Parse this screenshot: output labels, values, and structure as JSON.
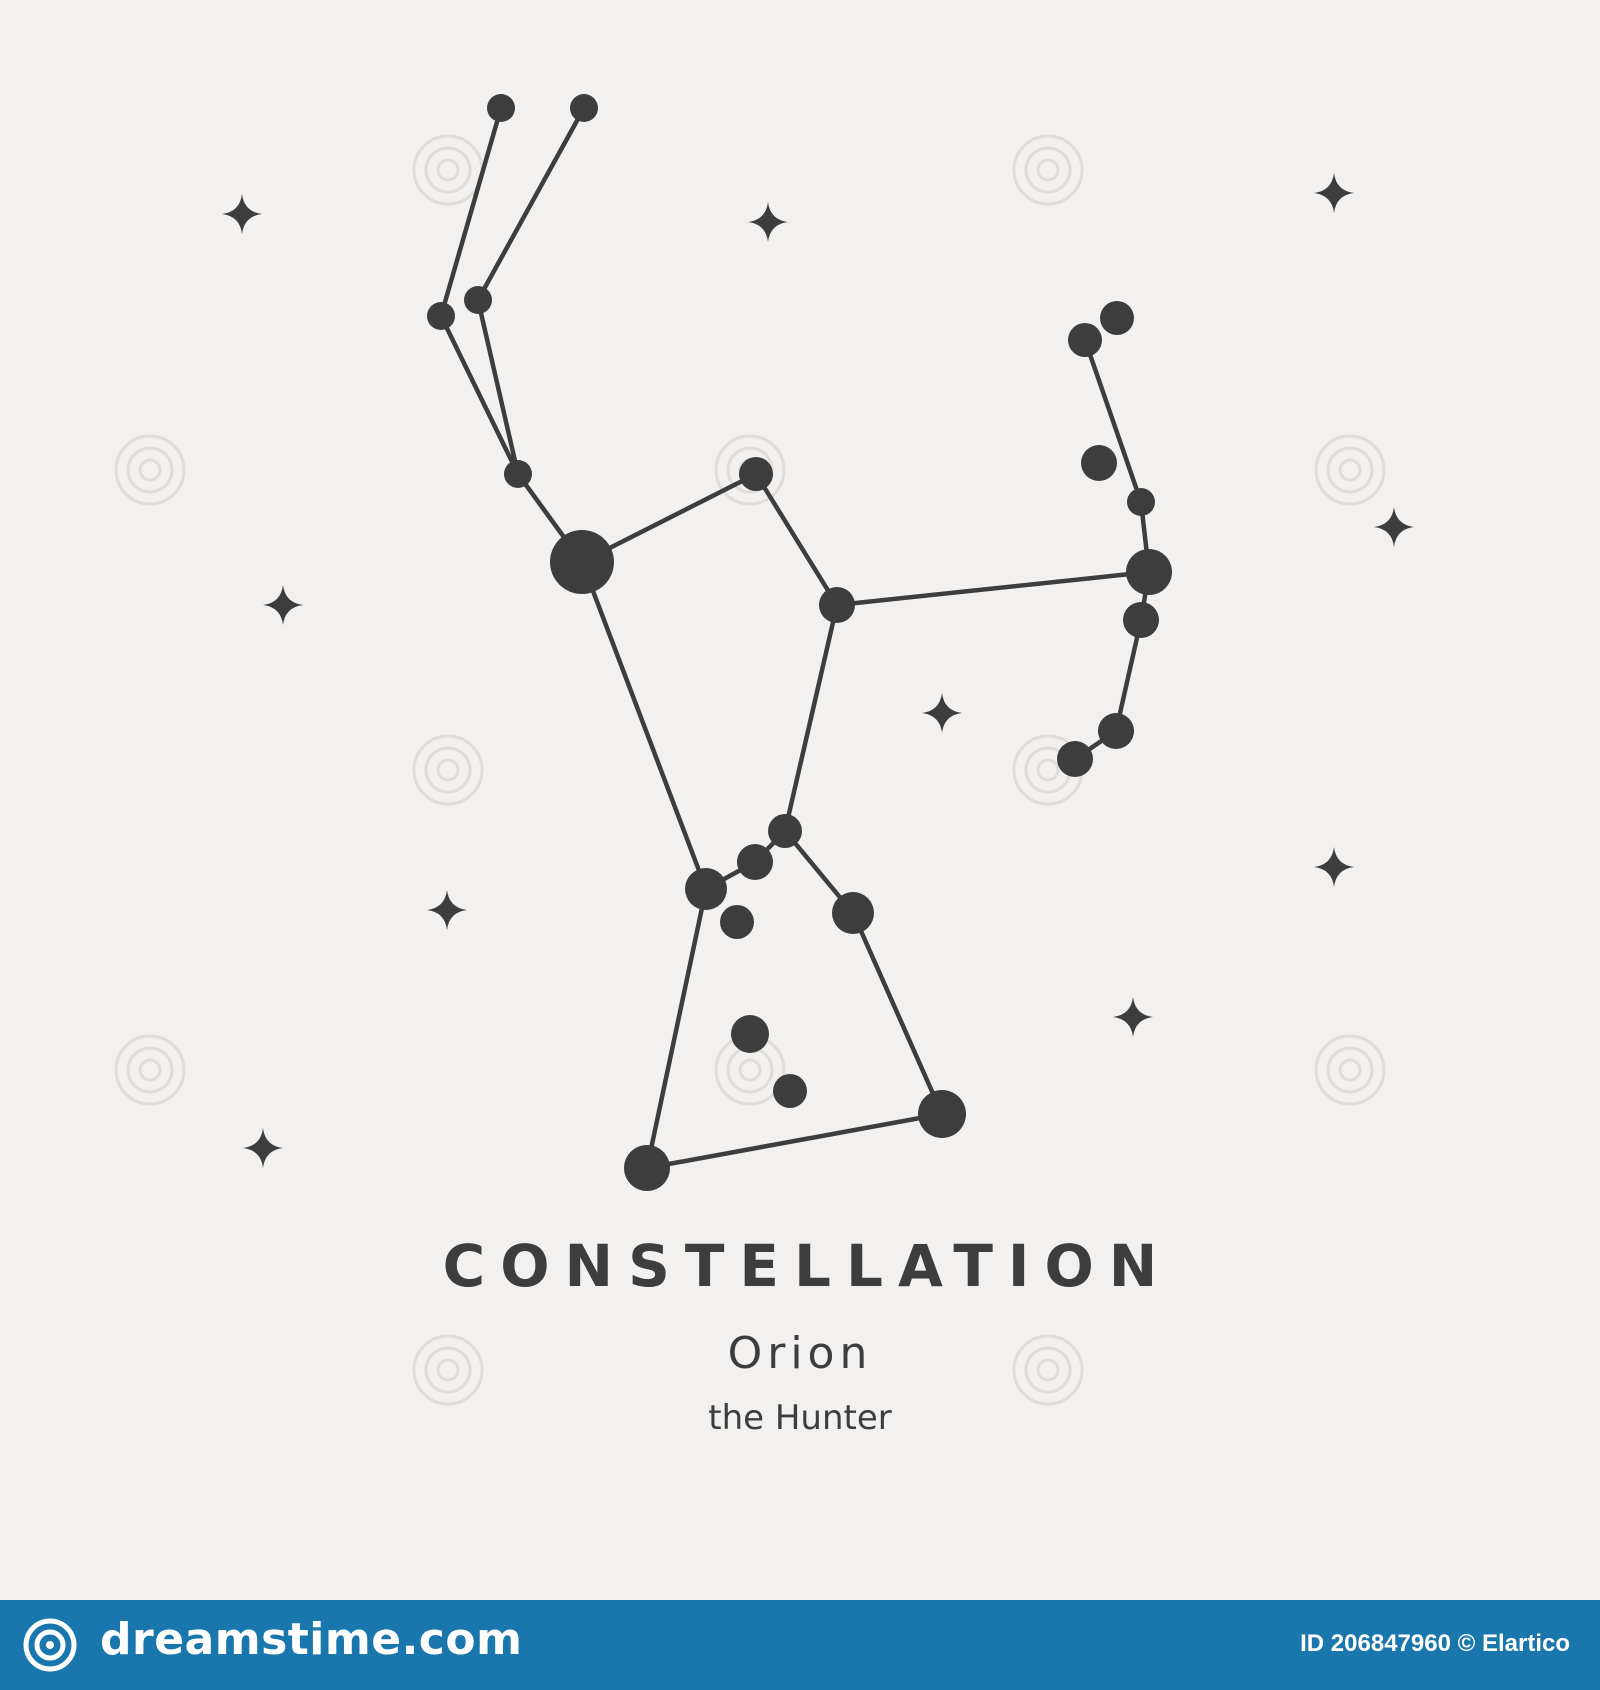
{
  "heading": "CONSTELLATION",
  "constellation_name": "Orion",
  "nickname": "the Hunter",
  "footer": {
    "brand": "dreamstime.com",
    "credit": "ID 206847960 © Elartico"
  },
  "colors": {
    "background": "#f3f1ef",
    "ink": "#3d3d3d",
    "footer": "#1a77ad"
  }
}
